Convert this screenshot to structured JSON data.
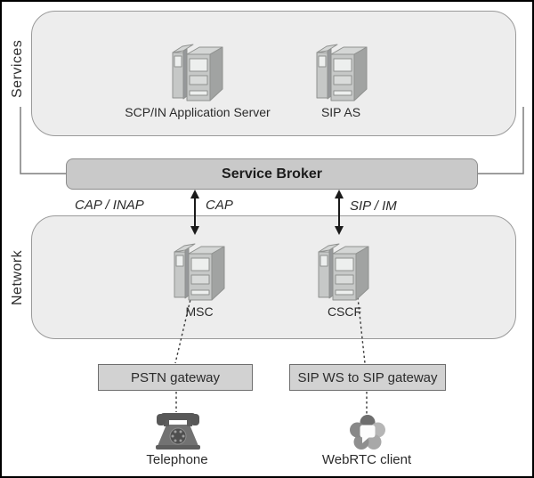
{
  "layers": {
    "services": {
      "label": "Services"
    },
    "network": {
      "label": "Network"
    }
  },
  "broker": {
    "label": "Service Broker"
  },
  "nodes": {
    "scp_in_as": {
      "label": "SCP/IN Application Server",
      "icon": "server-icon"
    },
    "sip_as": {
      "label": "SIP AS",
      "icon": "server-icon"
    },
    "msc": {
      "label": "MSC",
      "icon": "server-icon"
    },
    "cscf": {
      "label": "CSCF",
      "icon": "server-icon"
    },
    "pstn_gateway": {
      "label": "PSTN gateway"
    },
    "sip_ws_gateway": {
      "label": "SIP WS to SIP gateway"
    },
    "telephone": {
      "label": "Telephone",
      "icon": "telephone-icon"
    },
    "webrtc_client": {
      "label": "WebRTC client",
      "icon": "webrtc-icon"
    }
  },
  "edge_labels": {
    "cap_inap": "CAP / INAP",
    "cap": "CAP",
    "sip_im": "SIP / IM"
  },
  "colors": {
    "layer_fill": "#ededed",
    "layer_border": "#9a9a9a",
    "broker_fill": "#c9c9c9",
    "broker_border": "#8c8c8c",
    "gateway_fill": "#d2d2d2",
    "gateway_border": "#6e6e6e",
    "arrow": "#1a1a1a",
    "bracket_connector": "#7d7d7d",
    "frame_border": "#000000",
    "text": "#2b2b2b"
  }
}
